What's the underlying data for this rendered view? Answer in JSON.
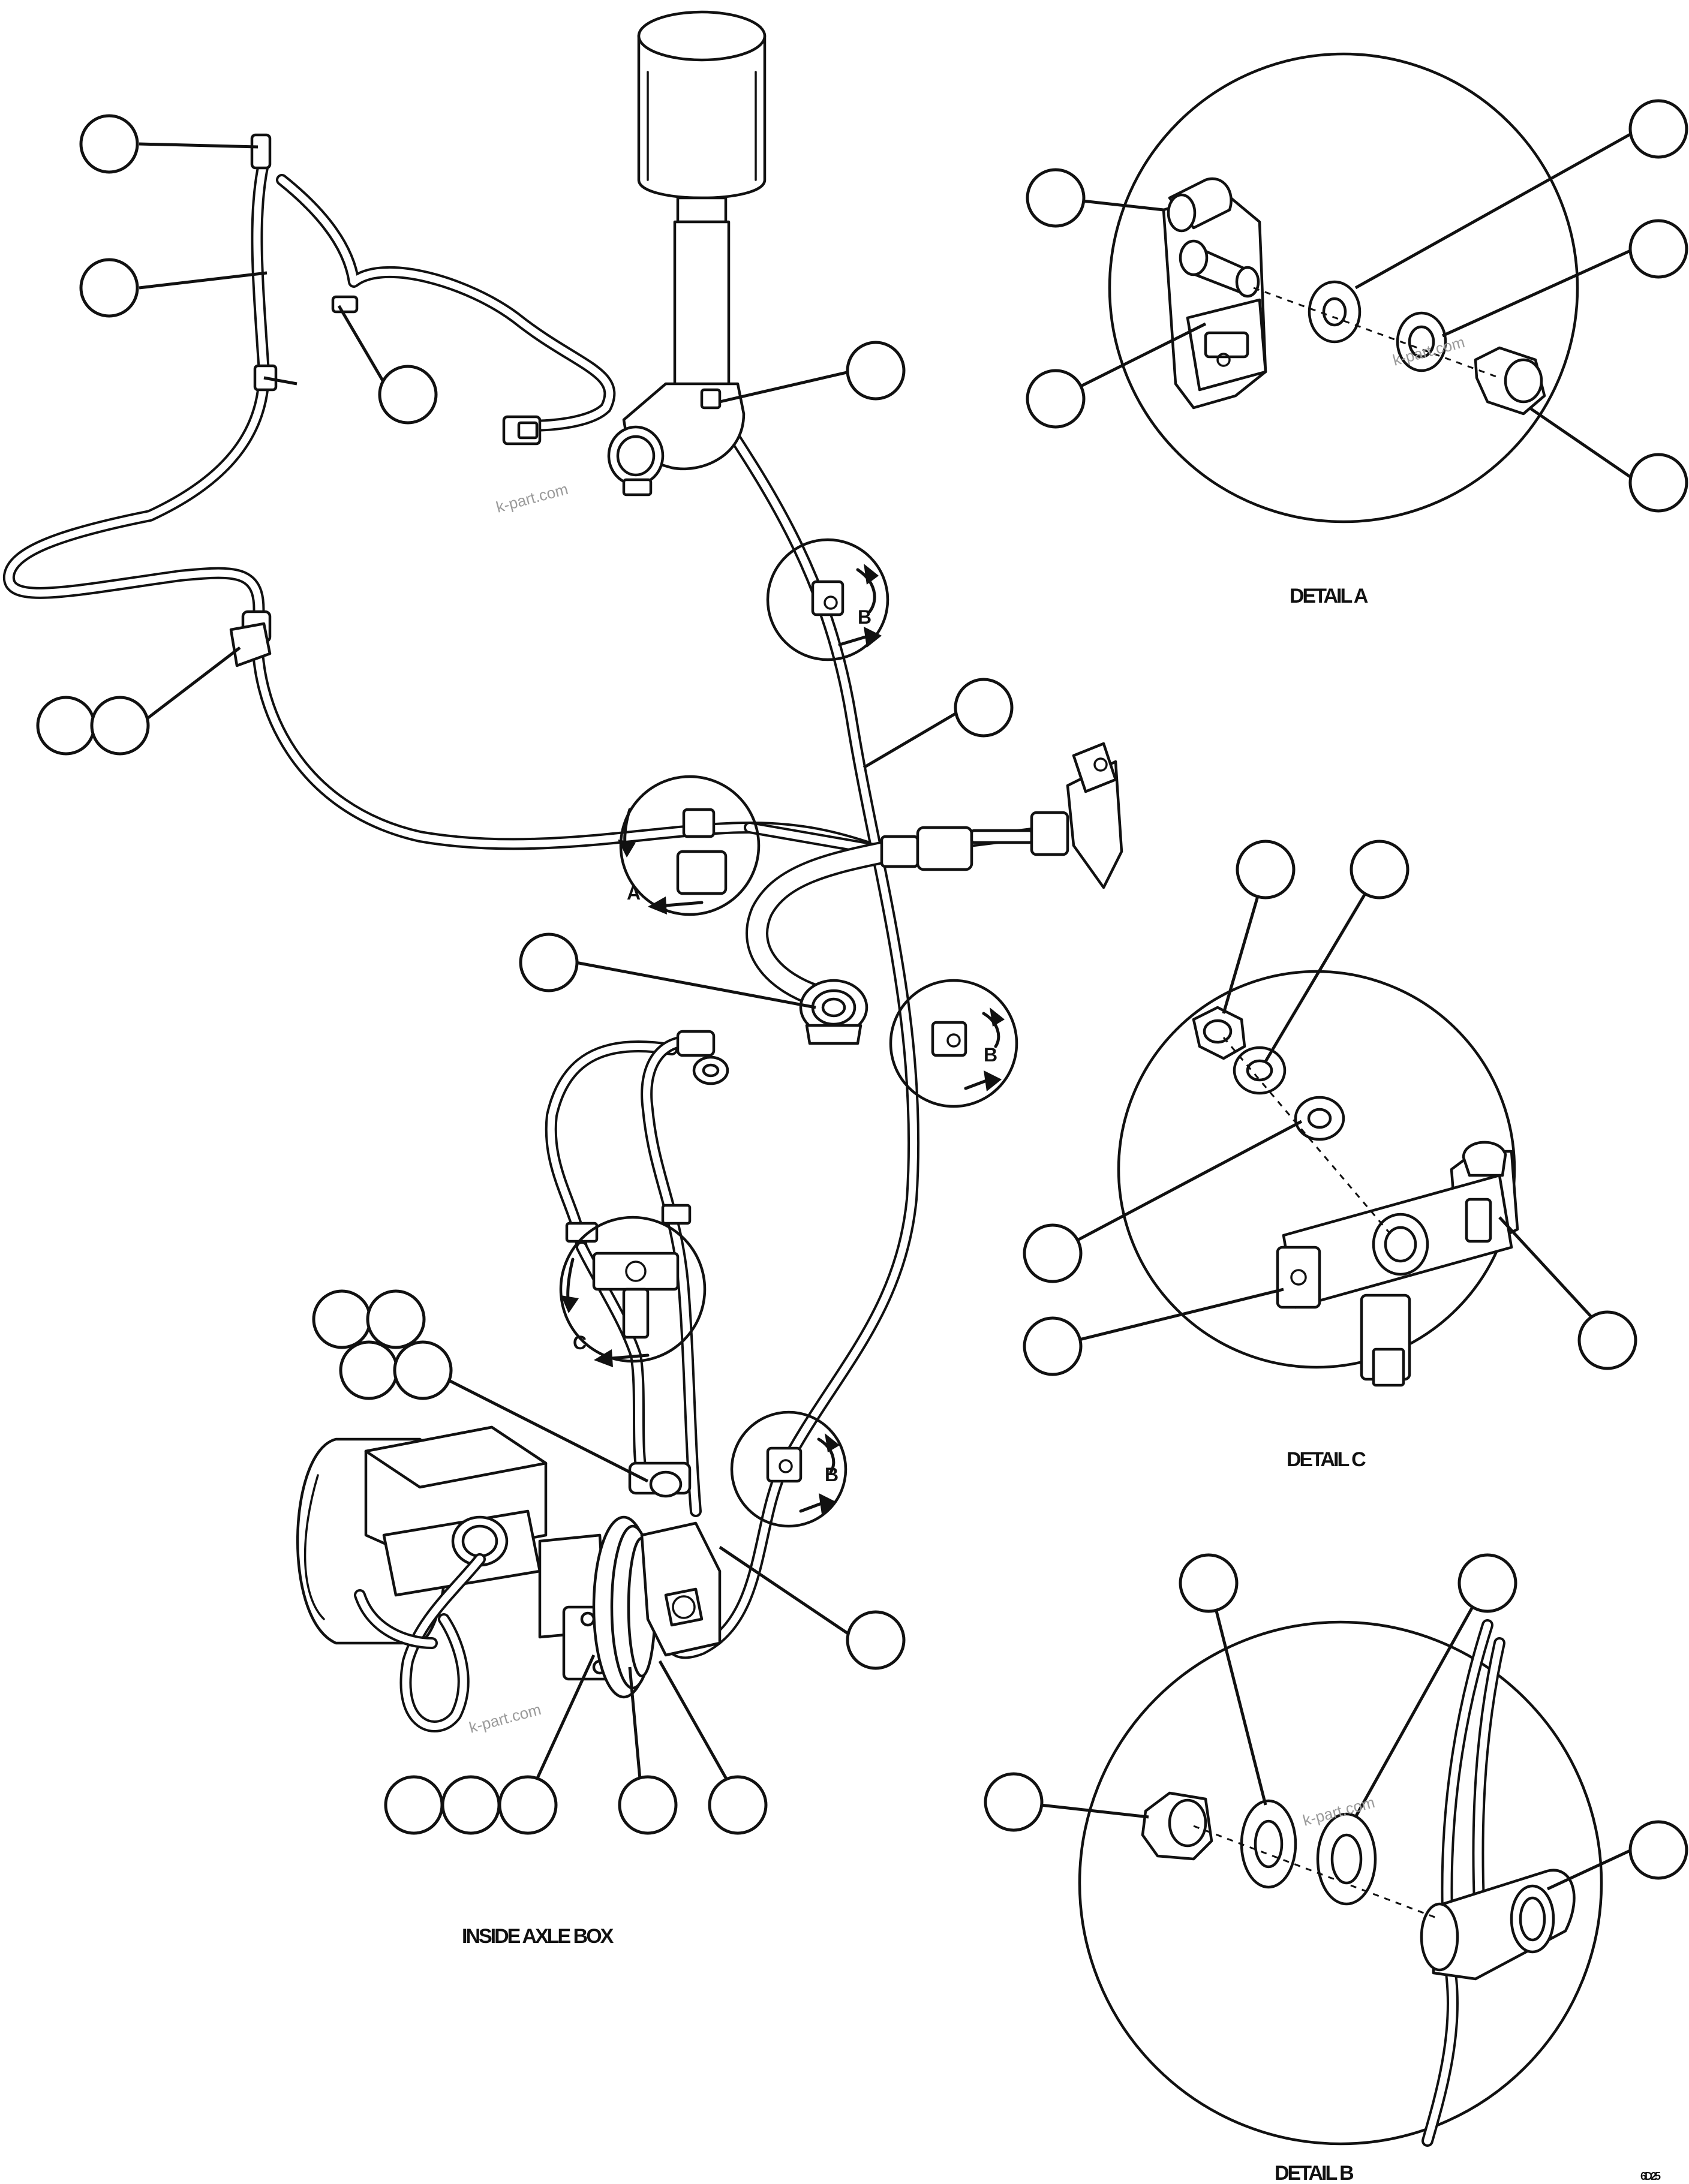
{
  "labels": {
    "detail_a": "DETAIL A",
    "detail_b": "DETAIL B",
    "detail_c": "DETAIL C",
    "inside_axle_box": "INSIDE AXLE BOX",
    "figure_code": "6D25"
  },
  "callout_letters": {
    "a": "A",
    "b": "B",
    "c": "C"
  },
  "watermark": "k-part.com"
}
